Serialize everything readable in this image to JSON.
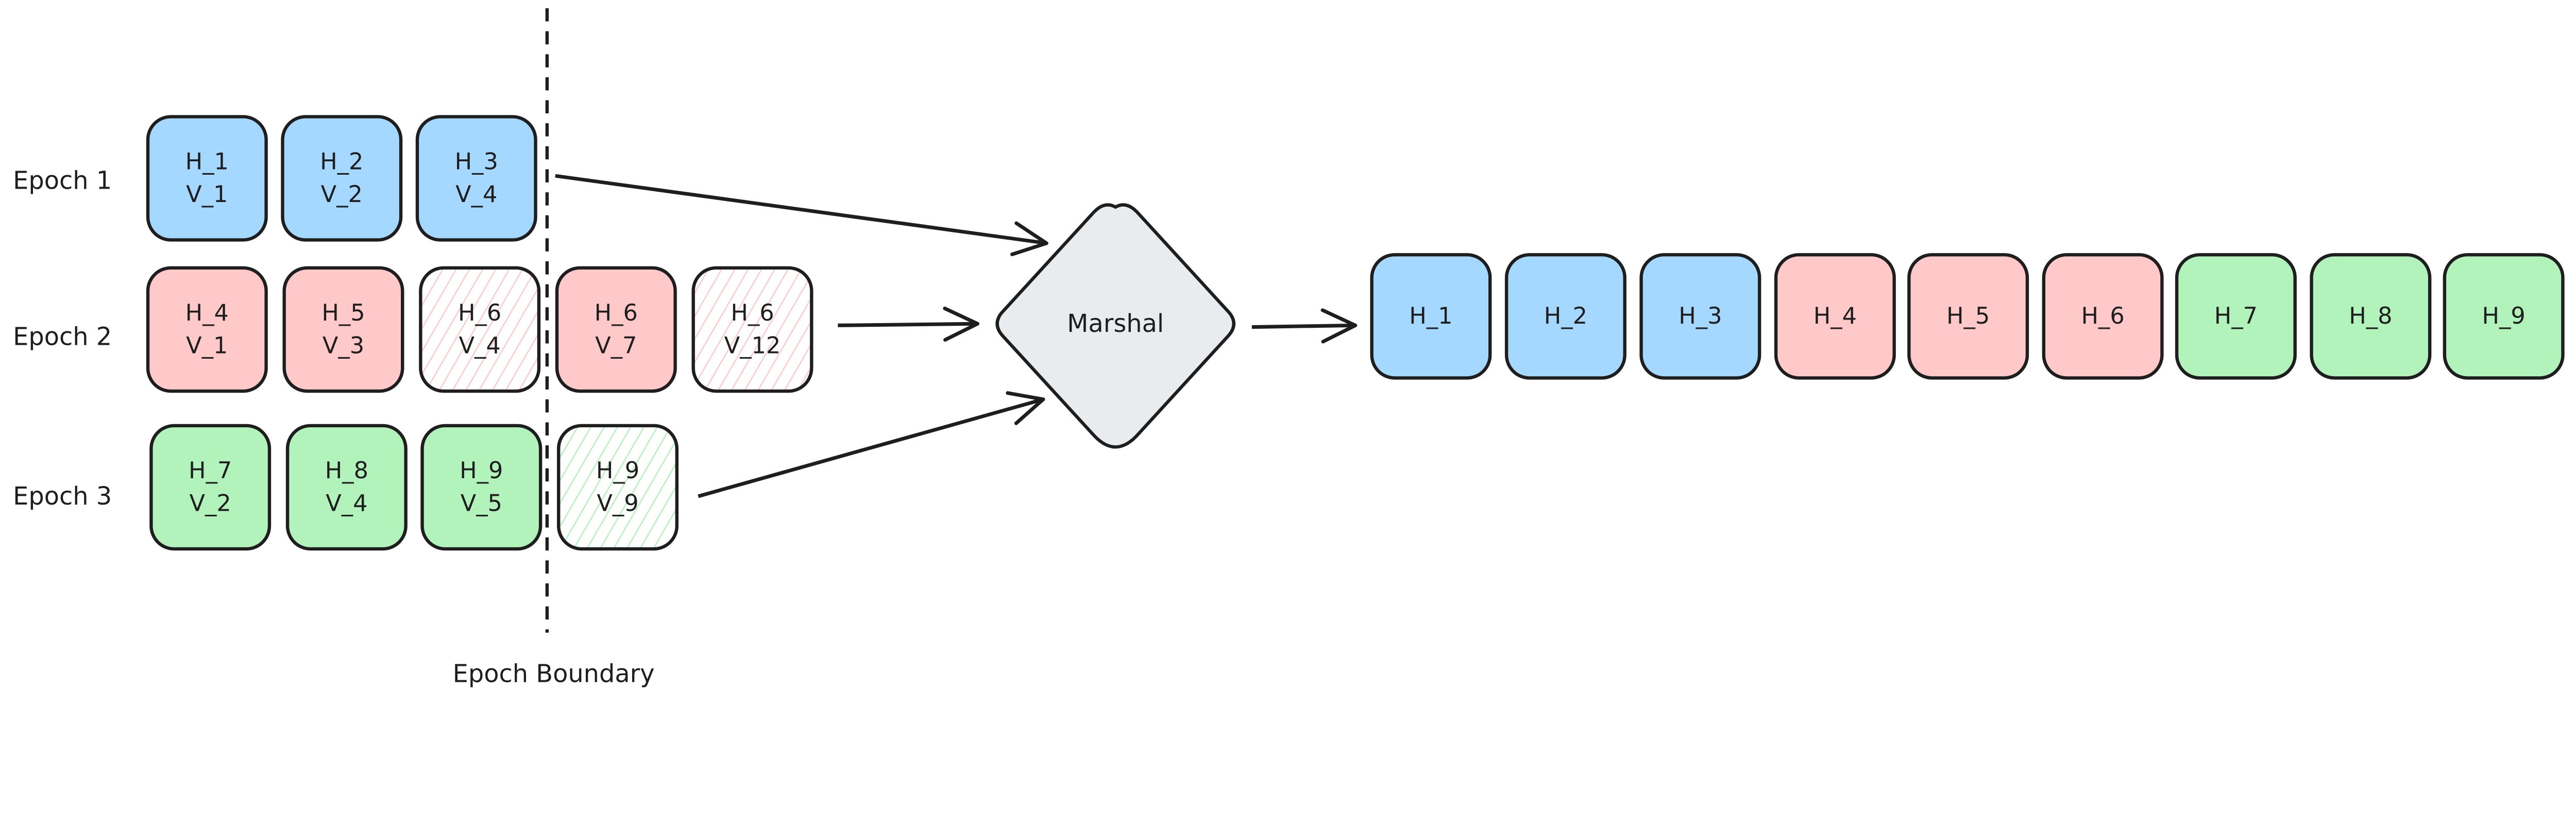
{
  "colors": {
    "epoch1": "#a5d8ff",
    "epoch2": "#ffc9c9",
    "epoch3": "#b2f2bb",
    "marshal": "#e9ecef",
    "stroke": "#1e1e1e"
  },
  "epochs": [
    {
      "label": "Epoch 1",
      "color_key": "epoch1",
      "blocks": [
        {
          "h": "H_1",
          "v": "V_1",
          "hatched": false
        },
        {
          "h": "H_2",
          "v": "V_2",
          "hatched": false
        },
        {
          "h": "H_3",
          "v": "V_4",
          "hatched": false
        }
      ]
    },
    {
      "label": "Epoch 2",
      "color_key": "epoch2",
      "blocks": [
        {
          "h": "H_4",
          "v": "V_1",
          "hatched": false
        },
        {
          "h": "H_5",
          "v": "V_3",
          "hatched": false
        },
        {
          "h": "H_6",
          "v": "V_4",
          "hatched": true
        },
        {
          "h": "H_6",
          "v": "V_7",
          "hatched": false
        },
        {
          "h": "H_6",
          "v": "V_12",
          "hatched": true
        }
      ]
    },
    {
      "label": "Epoch 3",
      "color_key": "epoch3",
      "blocks": [
        {
          "h": "H_7",
          "v": "V_2",
          "hatched": false
        },
        {
          "h": "H_8",
          "v": "V_4",
          "hatched": false
        },
        {
          "h": "H_9",
          "v": "V_5",
          "hatched": false
        },
        {
          "h": "H_9",
          "v": "V_9",
          "hatched": true
        }
      ]
    }
  ],
  "boundary_label": "Epoch Boundary",
  "marshal_label": "Marshal",
  "output": [
    {
      "h": "H_1",
      "color_key": "epoch1"
    },
    {
      "h": "H_2",
      "color_key": "epoch1"
    },
    {
      "h": "H_3",
      "color_key": "epoch1"
    },
    {
      "h": "H_4",
      "color_key": "epoch2"
    },
    {
      "h": "H_5",
      "color_key": "epoch2"
    },
    {
      "h": "H_6",
      "color_key": "epoch2"
    },
    {
      "h": "H_7",
      "color_key": "epoch3"
    },
    {
      "h": "H_8",
      "color_key": "epoch3"
    },
    {
      "h": "H_9",
      "color_key": "epoch3"
    }
  ]
}
